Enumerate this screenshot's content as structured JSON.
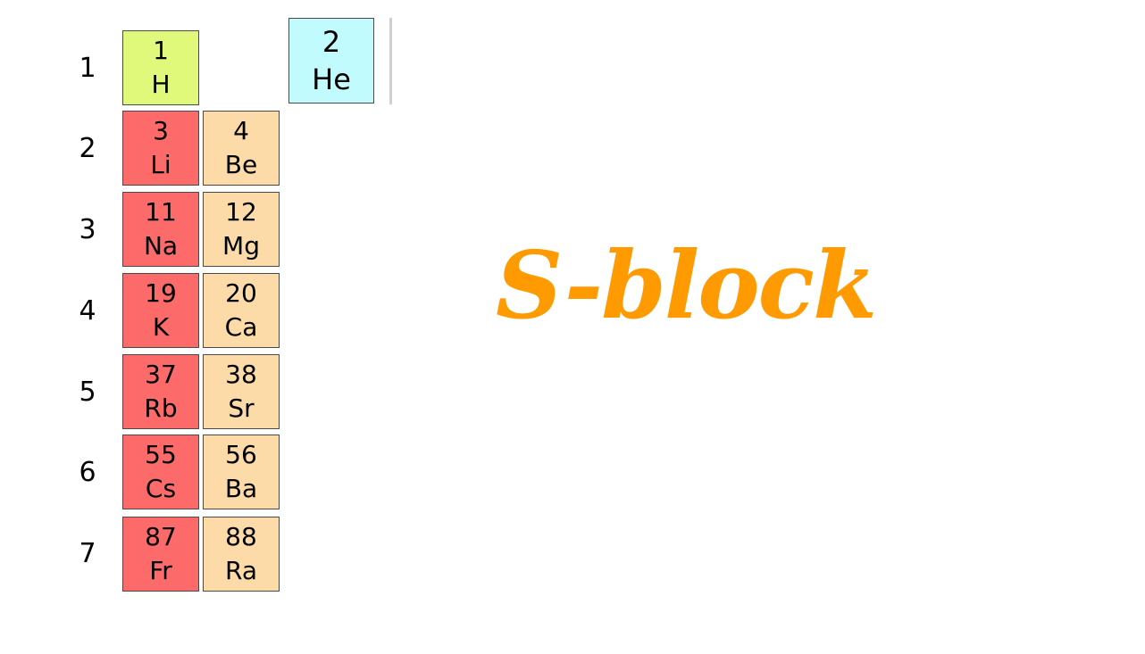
{
  "periods": [
    "1",
    "2",
    "3",
    "4",
    "5",
    "6",
    "7"
  ],
  "elements": {
    "h": {
      "number": "1",
      "symbol": "H"
    },
    "he": {
      "number": "2",
      "symbol": "He"
    },
    "li": {
      "number": "3",
      "symbol": "Li"
    },
    "be": {
      "number": "4",
      "symbol": "Be"
    },
    "na": {
      "number": "11",
      "symbol": "Na"
    },
    "mg": {
      "number": "12",
      "symbol": "Mg"
    },
    "k": {
      "number": "19",
      "symbol": "K"
    },
    "ca": {
      "number": "20",
      "symbol": "Ca"
    },
    "rb": {
      "number": "37",
      "symbol": "Rb"
    },
    "sr": {
      "number": "38",
      "symbol": "Sr"
    },
    "cs": {
      "number": "55",
      "symbol": "Cs"
    },
    "ba": {
      "number": "56",
      "symbol": "Ba"
    },
    "fr": {
      "number": "87",
      "symbol": "Fr"
    },
    "ra": {
      "number": "88",
      "symbol": "Ra"
    }
  },
  "title": "S-block",
  "colors": {
    "hydrogen": "#e0f97a",
    "helium": "#c1fbfd",
    "alkali_metal": "#fd6a6a",
    "alkaline_earth_metal": "#fddba9",
    "title": "#ff9a00"
  }
}
